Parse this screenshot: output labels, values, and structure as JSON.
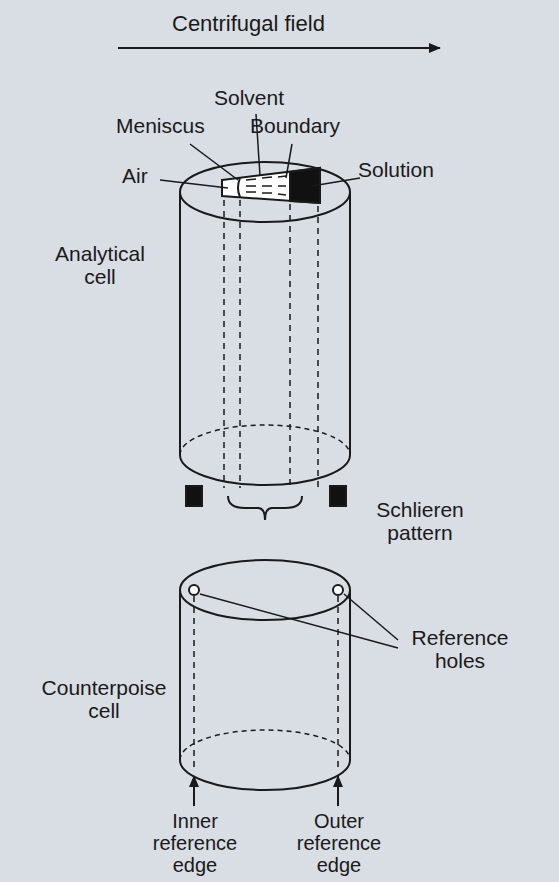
{
  "diagram": {
    "labels": [
      "Centrifugal field",
      "Solvent",
      "Meniscus",
      "Boundary",
      "Air",
      "Solution",
      "Analytical cell",
      "Schlieren pattern",
      "Reference holes",
      "Counterpoise cell",
      "Inner reference edge",
      "Outer reference edge"
    ]
  }
}
